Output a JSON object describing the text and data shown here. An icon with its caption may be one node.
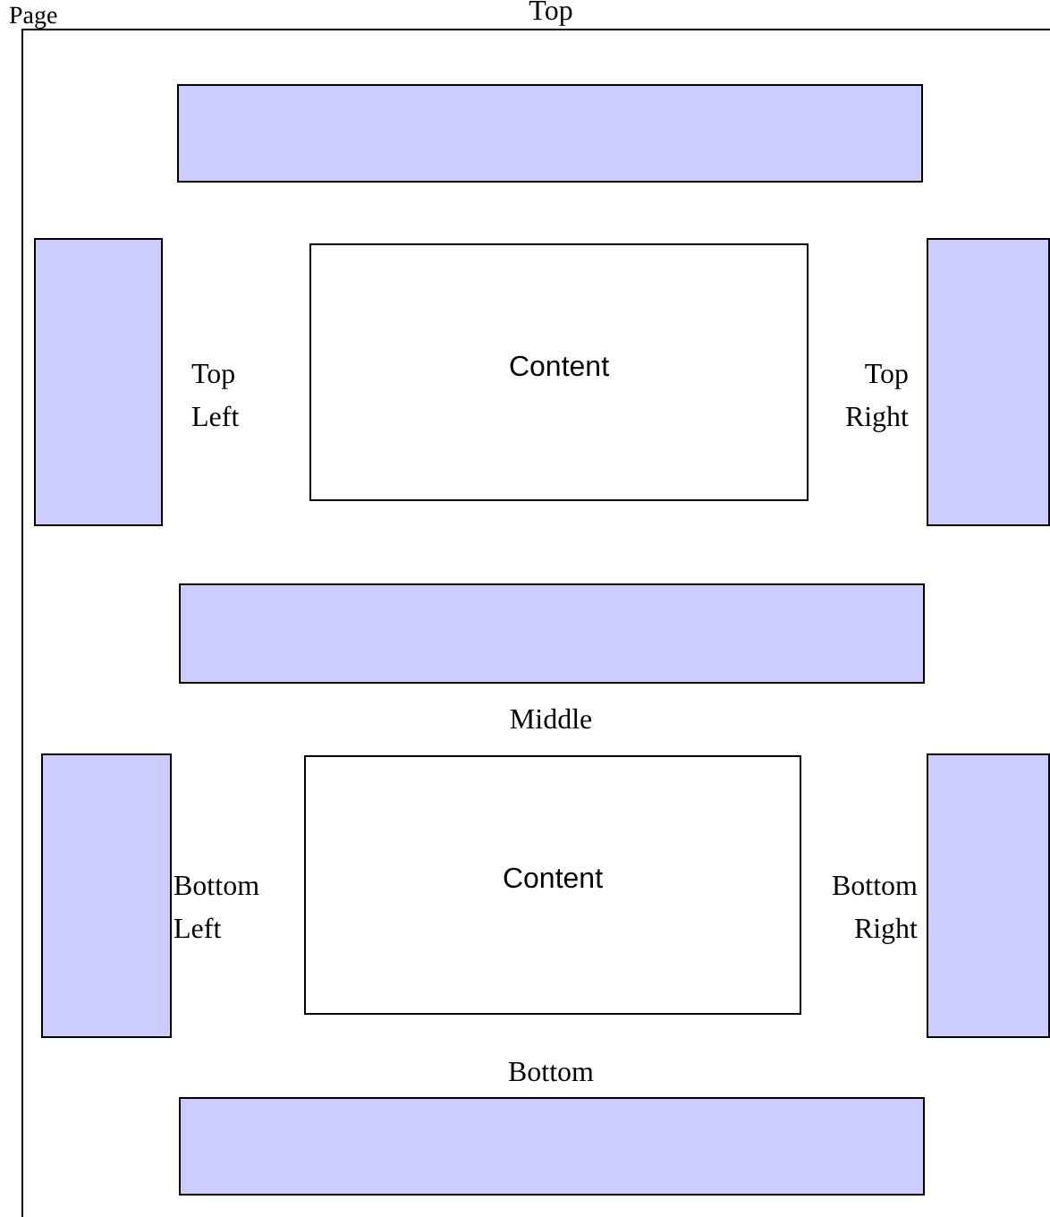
{
  "diagram": {
    "nodes": [
      {
        "text": [
          "Page"
        ]
      },
      {
        "text": [],
        "shape": "bar",
        "in": 0,
        "beside": [
          "Top"
        ]
      },
      {
        "text": [],
        "shape": "bar",
        "in": 0,
        "beside": [
          "Top Left"
        ]
      },
      {
        "text": [
          "Content"
        ],
        "in": 0
      },
      {
        "text": [],
        "shape": "bar",
        "in": 0,
        "beside": [
          "Top Right"
        ]
      },
      {
        "text": [],
        "shape": "bar",
        "in": 0,
        "beside": [
          "Middle"
        ]
      },
      {
        "text": [],
        "shape": "bar",
        "in": 0,
        "beside": [
          "Bottom Left"
        ]
      },
      {
        "text": [
          "Content"
        ],
        "in": 0
      },
      {
        "text": [],
        "shape": "bar",
        "in": 0,
        "beside": [
          "Bottom Right"
        ]
      },
      {
        "text": [],
        "shape": "bar",
        "in": 0,
        "beside": [
          "Bottom"
        ]
      }
    ]
  }
}
